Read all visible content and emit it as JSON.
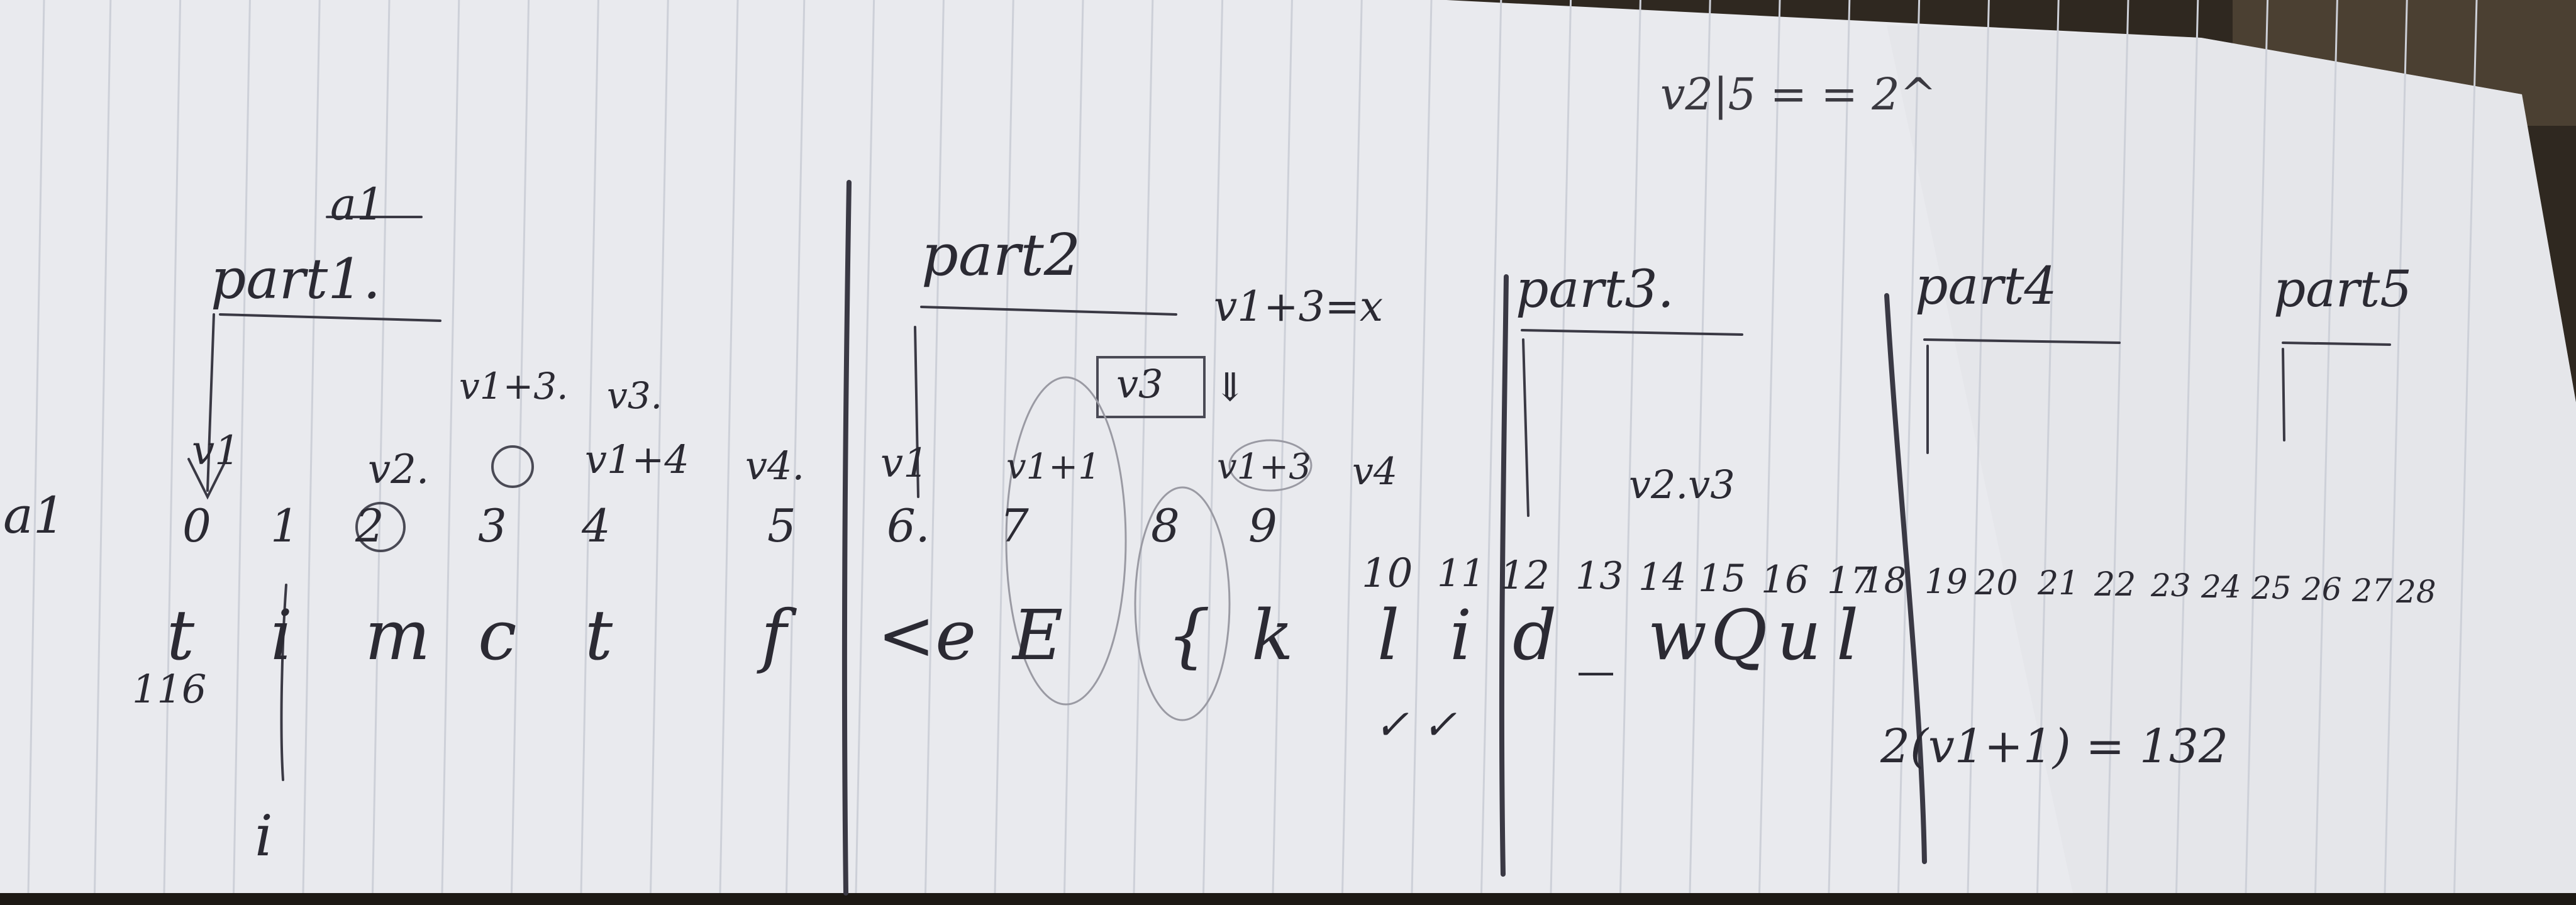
{
  "notes": {
    "top_formula": "v2|5 = = 2^",
    "a_label": "a1",
    "code_116": "116",
    "under_i": "i",
    "struck": "a1",
    "parts": [
      {
        "key": "p1",
        "title": "part1."
      },
      {
        "key": "p2",
        "title": "part2"
      },
      {
        "key": "p3",
        "title": "part3."
      },
      {
        "key": "p4",
        "title": "part4"
      },
      {
        "key": "p5",
        "title": "part5"
      }
    ],
    "annotations": {
      "v1_a": "v1",
      "v2": "v2.",
      "v1p3_top": "v1+3.",
      "v3_top": "v3.",
      "v1p4": "v1+4",
      "v4": "v4.",
      "v1_b": "v1",
      "v1p1": "v1+1",
      "v3_box": "v3",
      "v1p3_x": "v1+3=x",
      "v1p3": "v1+3",
      "v4_b": "v4",
      "v2v3": "v2.v3",
      "checks": "✓ ✓",
      "formula2": "2(v1+1) = 132"
    },
    "indices": [
      "0",
      "1",
      "2",
      "3",
      "4",
      "5",
      "6.",
      "7",
      "8",
      "9",
      "10",
      "11",
      "12",
      "13",
      "14",
      "15",
      "16",
      "17",
      "18",
      "19",
      "20",
      "21",
      "22",
      "23",
      "24",
      "25",
      "26",
      "27",
      "28"
    ],
    "letters": [
      "t",
      "i",
      "m",
      "c",
      "t",
      "f",
      "<e",
      "E",
      "{",
      "k",
      "l",
      "i",
      "d",
      "_",
      "w",
      "Q",
      "u",
      "l"
    ]
  },
  "colors": {
    "paper": "#ecedf0",
    "ink": "#2b2a33",
    "rule_line": "#c9ccd4",
    "background": "#2a241d"
  }
}
